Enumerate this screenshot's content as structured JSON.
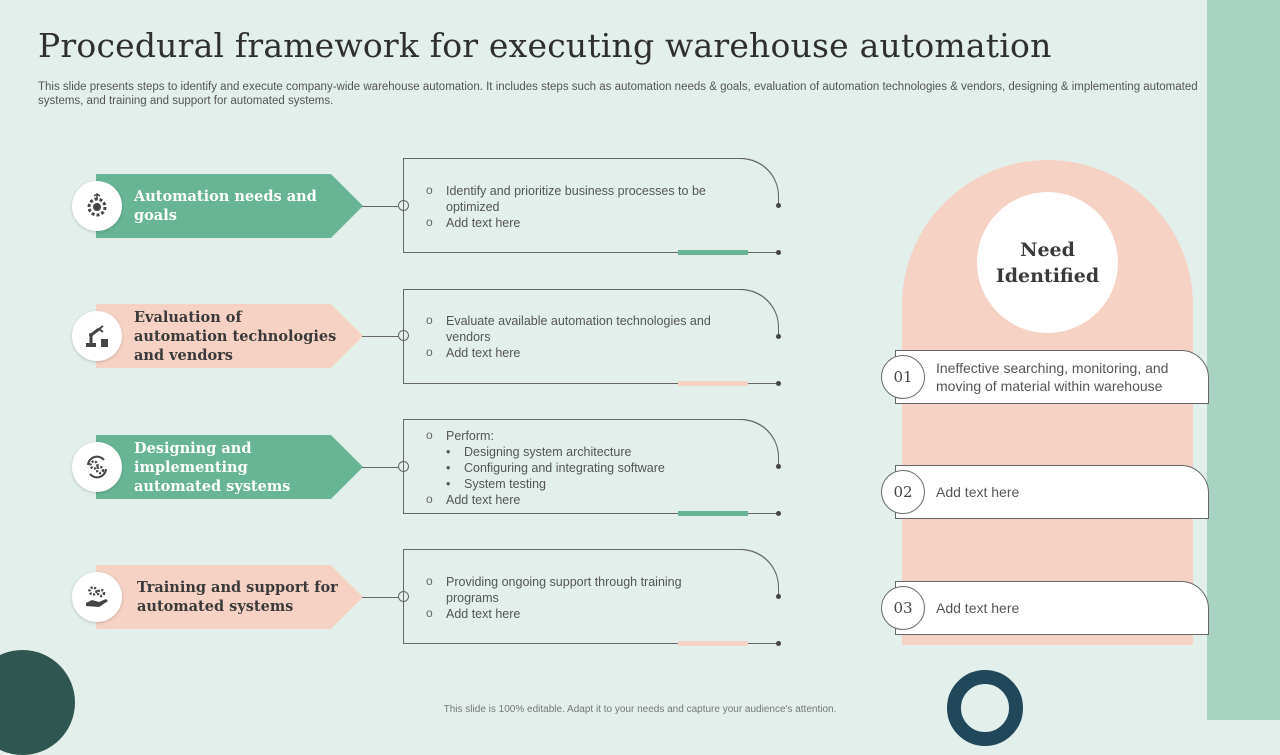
{
  "title": "Procedural framework for executing warehouse automation",
  "subtitle": "This slide presents steps to identify and execute company-wide warehouse automation. It includes steps such as automation needs & goals, evaluation of automation technologies & vendors, designing & implementing automated systems, and training and support for automated systems.",
  "colors": {
    "green": "#68b596",
    "peach": "#f6d2c4",
    "band": "#a8d3c2",
    "background": "#e2efea"
  },
  "steps": [
    {
      "label": "Automation needs and goals",
      "icon": "gear-target-icon",
      "items": [
        "Identify and prioritize business processes to be optimized",
        "Add text here"
      ]
    },
    {
      "label": "Evaluation of automation technologies and vendors",
      "icon": "robot-arm-icon",
      "items": [
        "Evaluate available automation technologies and vendors",
        "Add text here"
      ]
    },
    {
      "label": "Designing and implementing automated systems",
      "icon": "gears-cycle-icon",
      "perform_label": "Perform:",
      "subitems": [
        "Designing system architecture",
        "Configuring and integrating software",
        "System testing"
      ],
      "items": [
        "Add text here"
      ]
    },
    {
      "label": "Training and support for automated systems",
      "icon": "hand-gears-icon",
      "items": [
        "Providing ongoing support through training programs",
        "Add text here"
      ]
    }
  ],
  "need": {
    "title": "Need Identified",
    "items": [
      {
        "number": "01",
        "text": "Ineffective searching, monitoring, and moving of material within warehouse"
      },
      {
        "number": "02",
        "text": "Add text here"
      },
      {
        "number": "03",
        "text": "Add text here"
      }
    ]
  },
  "footer": "This slide is 100% editable. Adapt it to your needs and capture your audience's attention."
}
